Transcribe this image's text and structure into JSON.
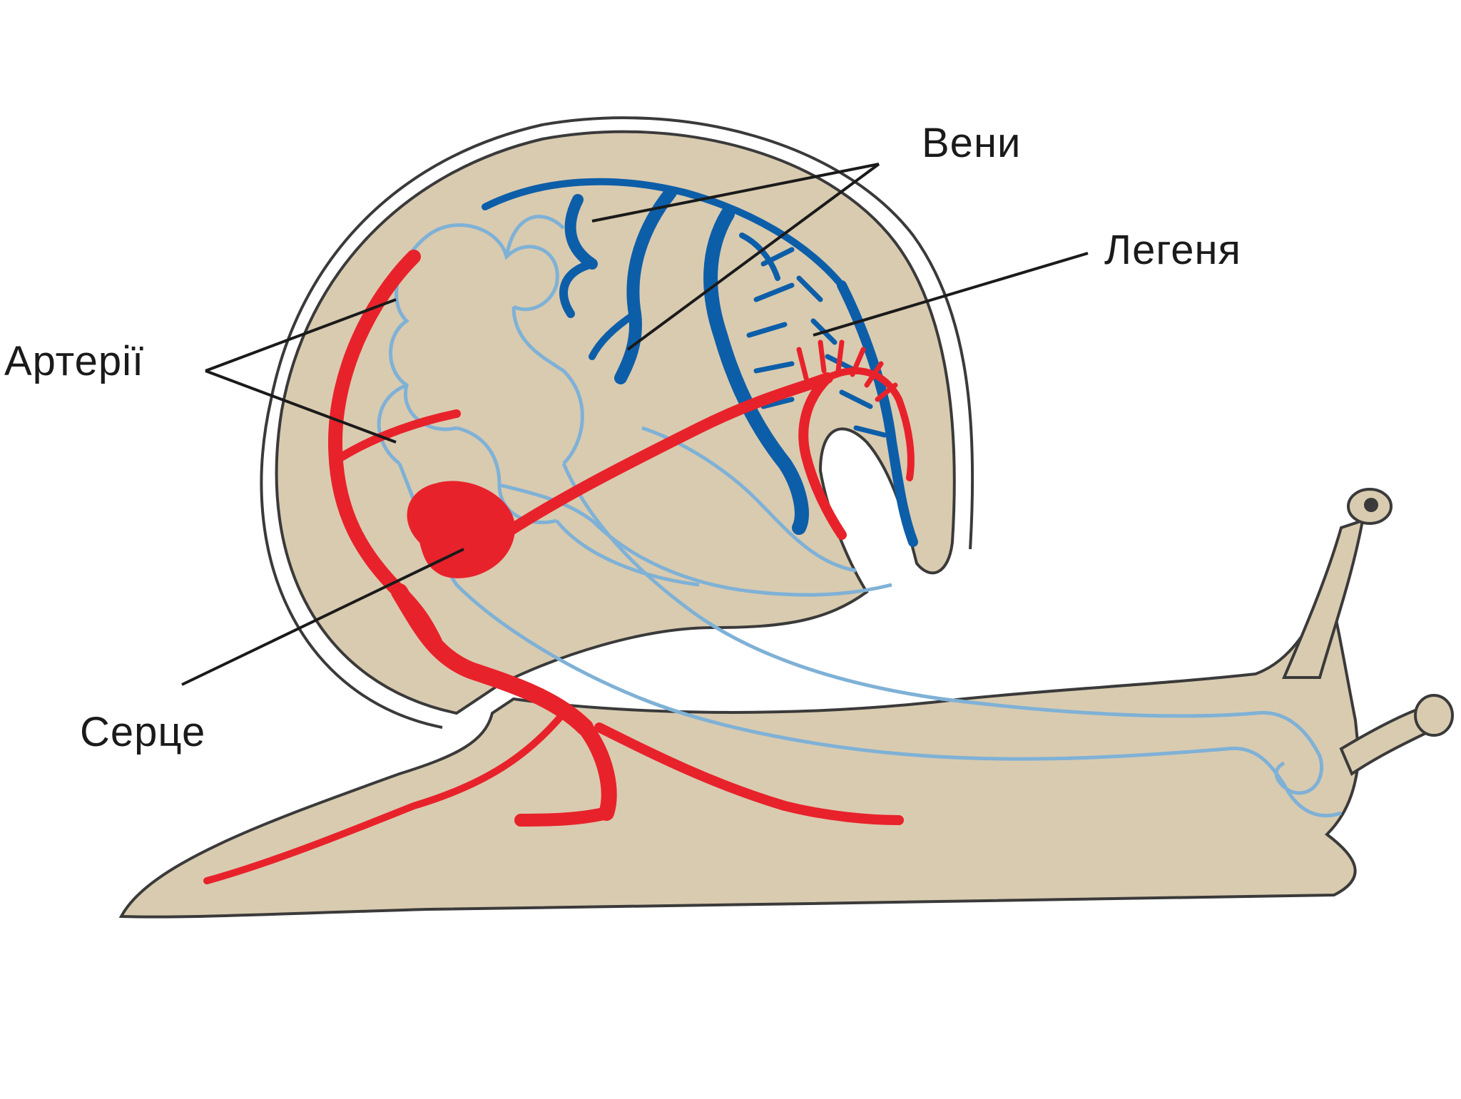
{
  "labels": {
    "arteries": "Артерії",
    "veins": "Вени",
    "lung": "Легеня",
    "heart": "Серце"
  },
  "colors": {
    "body": "#d9cbb0",
    "outline": "#3a3a3a",
    "arteries": "#e8222b",
    "veins": "#0d5ea8",
    "light_vessels": "#7fb1d6",
    "leader_lines": "#1a1a1a"
  }
}
